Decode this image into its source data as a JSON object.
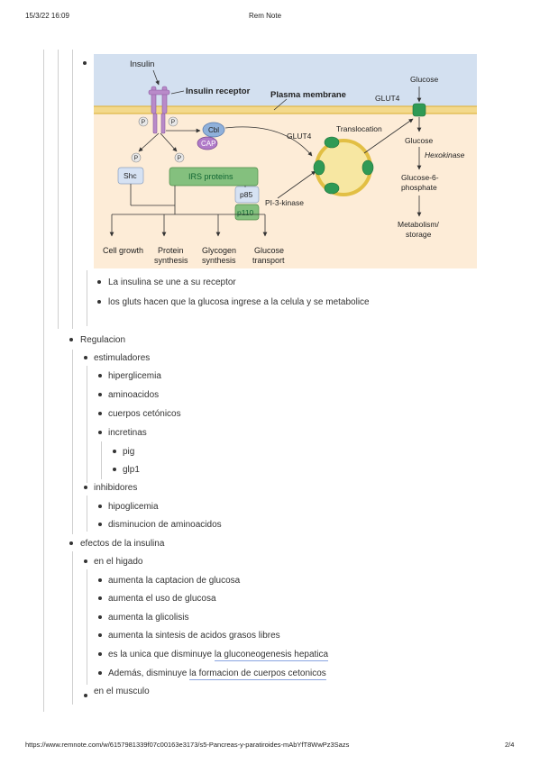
{
  "header": {
    "datetime": "15/3/22 16:09",
    "title": "Rem Note"
  },
  "footer": {
    "url": "https://www.remnote.com/w/6157981339f07c00163e3173/s5-Pancreas-y-paratiroides-mAbYfT8WwPz3Sazs",
    "page": "2/4"
  },
  "diagram": {
    "insulin": "Insulin",
    "insulin_receptor": "Insulin receptor",
    "plasma_membrane": "Plasma membrane",
    "p": "P",
    "cbl": "Cbl",
    "cap": "CAP",
    "shc": "Shc",
    "irs": "IRS proteins",
    "p85": "p85",
    "p110": "p110",
    "pi3k": "PI-3-kinase",
    "glut4_left": "GLUT4",
    "glut4_top": "GLUT4",
    "translocation": "Translocation",
    "glucose_top": "Glucose",
    "glucose_mid": "Glucose",
    "hexokinase": "Hexokinase",
    "g6p_1": "Glucose-6-",
    "g6p_2": "phosphate",
    "metab_1": "Metabolism/",
    "metab_2": "storage",
    "out_cell": "Cell growth",
    "out_protein_1": "Protein",
    "out_protein_2": "synthesis",
    "out_glycogen_1": "Glycogen",
    "out_glycogen_2": "synthesis",
    "out_transport_1": "Glucose",
    "out_transport_2": "transport"
  },
  "notes": {
    "after_image": [
      "La insulina se une a su receptor",
      "los gluts hacen que la glucosa ingrese a la celula y se metabolice"
    ],
    "regulacion": "Regulacion",
    "estimuladores": "estimuladores",
    "estimuladores_items": [
      "hiperglicemia",
      "aminoacidos",
      "cuerpos cetónicos",
      "incretinas"
    ],
    "incretinas_items": [
      "pig",
      "glp1"
    ],
    "inhibidores": "inhibidores",
    "inhibidores_items": [
      "hipoglicemia",
      "disminucion de aminoacidos"
    ],
    "efectos": "efectos de la insulina",
    "higado": "en el higado",
    "higado_items": [
      "aumenta la captacion de glucosa",
      "aumenta el uso de glucosa",
      "aumenta la glicolisis",
      "aumenta la sintesis de acidos grasos libres"
    ],
    "unica_pre": "es la unica que disminuye ",
    "unica_link": "la gluconeogenesis hepatica",
    "ademas_pre": "Además, disminuye ",
    "ademas_link": "la formacion de cuerpos cetonicos",
    "musculo": "en el musculo"
  }
}
